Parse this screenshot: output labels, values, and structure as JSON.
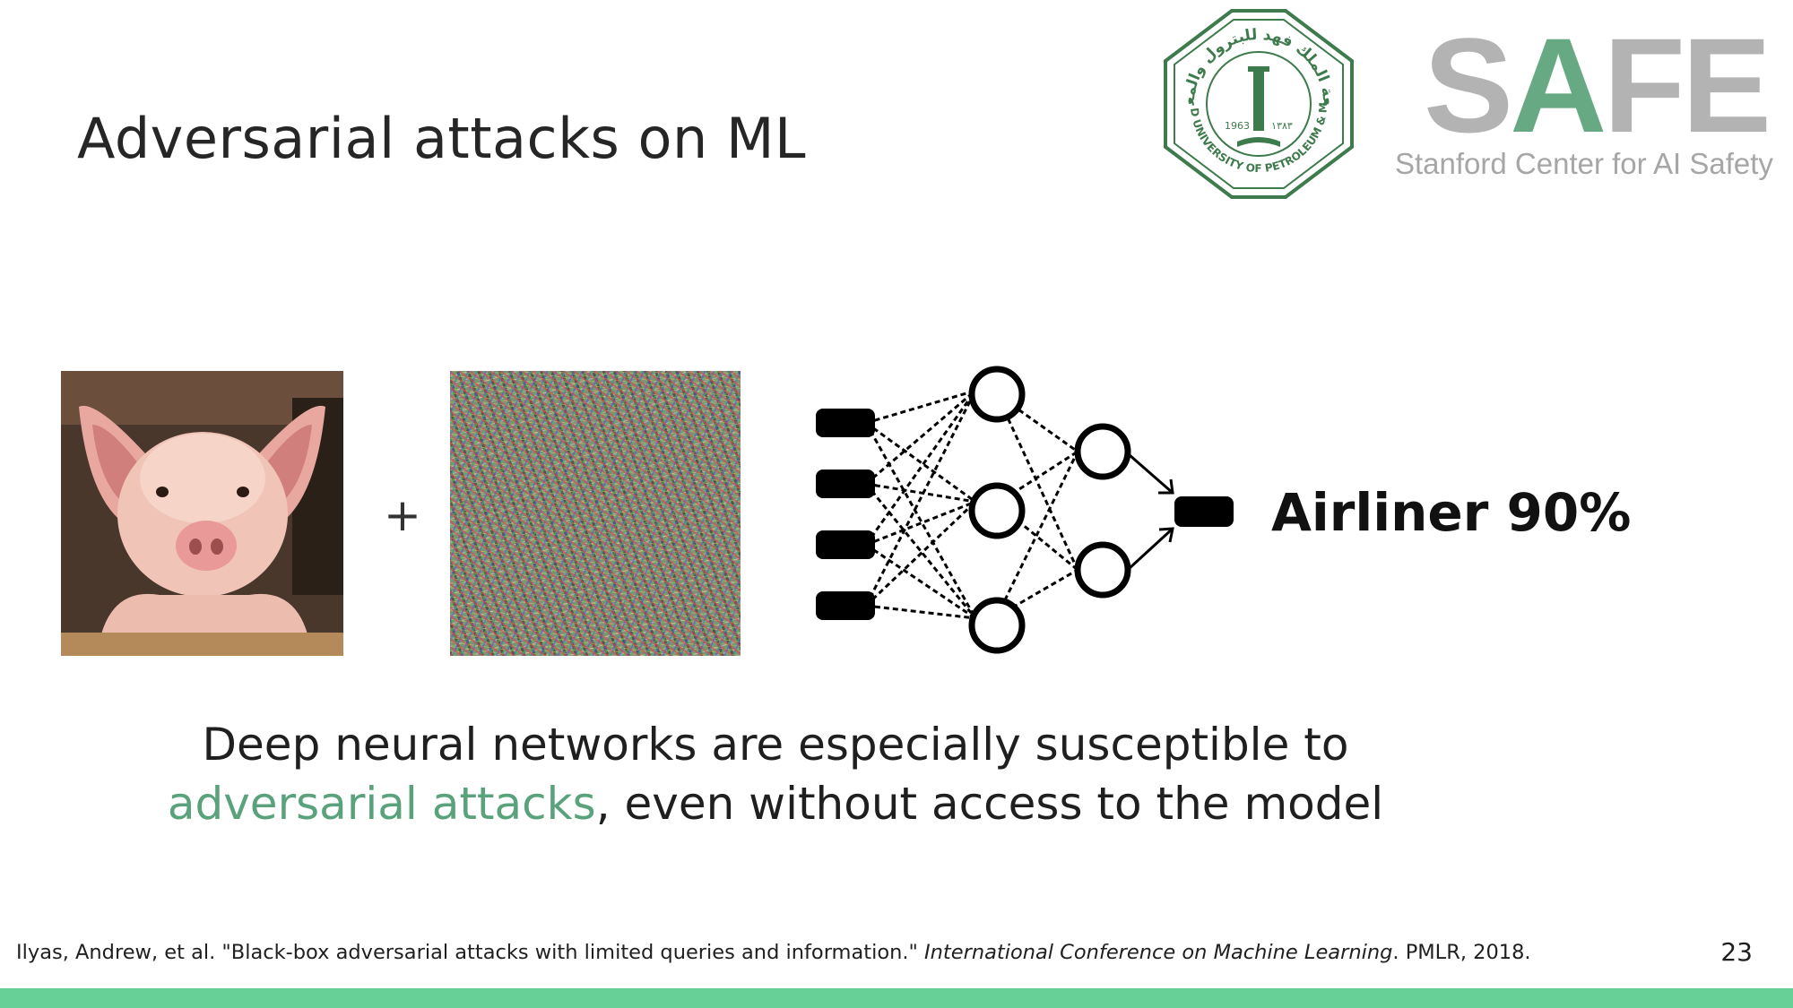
{
  "slide": {
    "title": "Adversarial attacks on ML",
    "page_number": "23"
  },
  "logos": {
    "kfupm": {
      "arabic_text": "جامعة الملك فهد للبترول والمعادن",
      "english_text": "KING FAHD UNIVERSITY OF PETROLEUM & MINERALS",
      "year": "1963",
      "year_hijri": "١٣٨٣",
      "color": "#3d7a4c"
    },
    "safe": {
      "letter_s": "S",
      "letter_a": "A",
      "letter_f": "F",
      "letter_e": "E",
      "subtitle": "Stanford Center for AI Safety",
      "grey": "#b3b3b3",
      "green": "#67a983"
    }
  },
  "figure": {
    "input_image": "pig-photo",
    "operator": "+",
    "perturbation_image": "adversarial-noise",
    "network": "neural-network-icon",
    "prediction": "Airliner 90%"
  },
  "caption": {
    "line1": "Deep neural networks are especially susceptible to",
    "highlight": "adversarial attacks",
    "line2_rest": ", even without access to the model",
    "highlight_color": "#5aa27c"
  },
  "citation": {
    "authors_title": "Ilyas, Andrew, et al. \"Black-box adversarial attacks with limited queries and information.\" ",
    "venue": "International Conference on Machine Learning",
    "publisher_year": ". PMLR, 2018."
  },
  "theme": {
    "bottom_bar_color": "#67d097"
  }
}
